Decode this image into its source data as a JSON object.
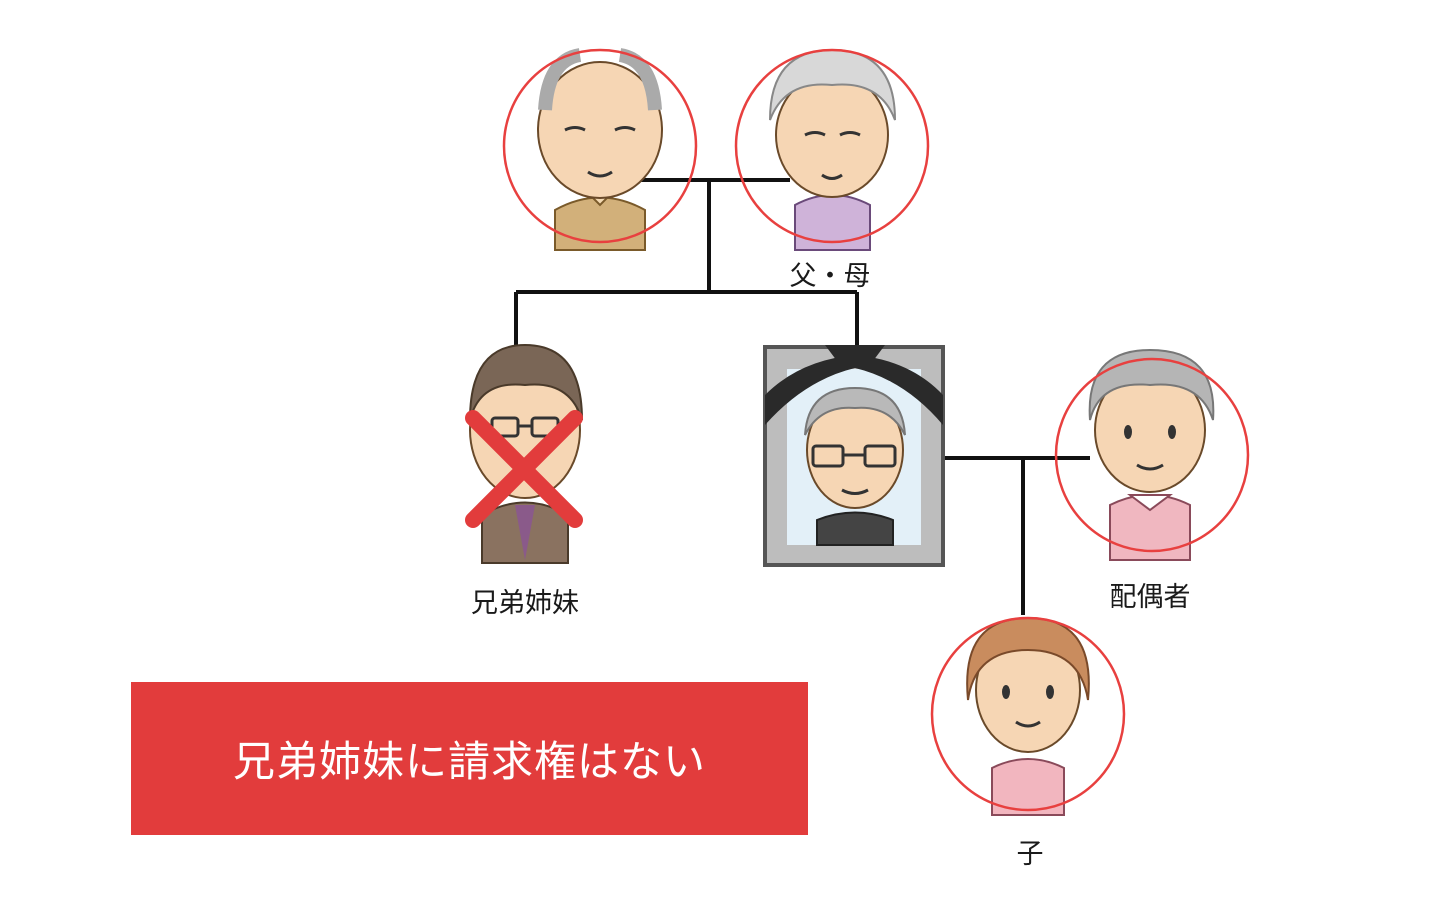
{
  "labels": {
    "parents": "父・母",
    "siblings": "兄弟姉妹",
    "spouse": "配偶者",
    "child": "子"
  },
  "banner": {
    "text": "兄弟姉妹に請求権はない"
  },
  "colors": {
    "accent": "#e23c3c",
    "circle": "#e8403f",
    "line": "#111111",
    "frame": "#555555"
  },
  "icons": [
    "grandfather-icon",
    "grandmother-icon",
    "sibling-man-icon",
    "deceased-portrait-icon",
    "spouse-woman-icon",
    "child-woman-icon",
    "cross-mark-icon",
    "mourning-ribbon-icon"
  ]
}
